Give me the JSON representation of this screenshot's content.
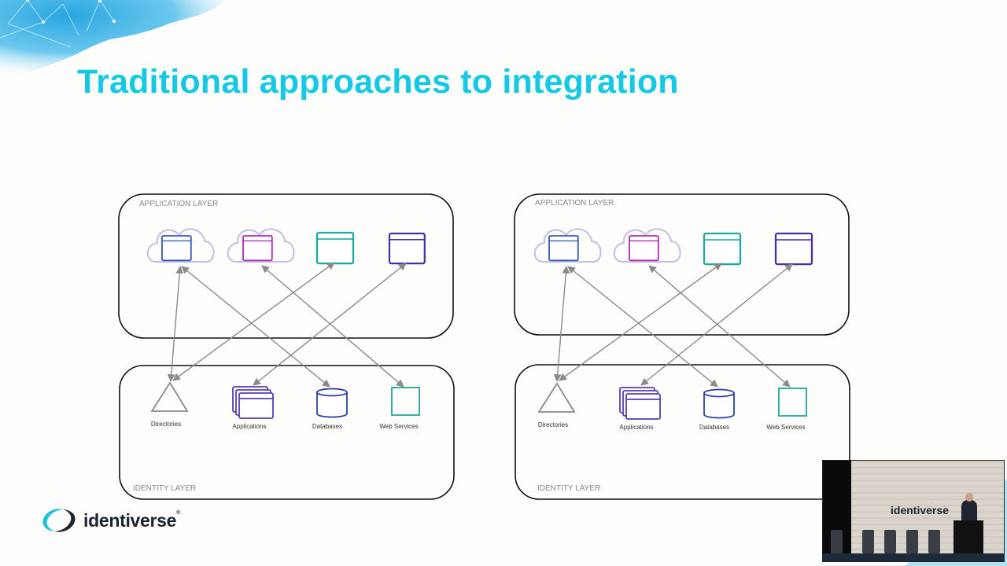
{
  "slide": {
    "title": "Traditional approaches to integration",
    "accent_color": "#14c8e6"
  },
  "diagrams": [
    {
      "application_layer": {
        "label": "APPLICATION LAYER",
        "items": [
          {
            "type": "cloud-app",
            "icon": "cloud-browser-icon",
            "color": "#3b5bb5"
          },
          {
            "type": "cloud-app",
            "icon": "cloud-browser-icon",
            "color": "#b02db5"
          },
          {
            "type": "app",
            "icon": "browser-window-icon",
            "color": "#1fa8a0"
          },
          {
            "type": "app",
            "icon": "browser-window-icon",
            "color": "#4b2fa6"
          }
        ]
      },
      "identity_layer": {
        "label": "IDENTITY LAYER",
        "items": [
          {
            "label": "Directories",
            "icon": "triangle-icon",
            "color": "#8a8a8a"
          },
          {
            "label": "Applications",
            "icon": "stacked-windows-icon",
            "color": "#5a3bb5"
          },
          {
            "label": "Databases",
            "icon": "database-icon",
            "color": "#2e3fa5"
          },
          {
            "label": "Web Services",
            "icon": "square-icon",
            "color": "#1fa8a0"
          }
        ]
      },
      "connections": [
        {
          "from": "application_layer.0",
          "to": "identity_layer.0"
        },
        {
          "from": "application_layer.0",
          "to": "identity_layer.2"
        },
        {
          "from": "application_layer.1",
          "to": "identity_layer.3"
        },
        {
          "from": "application_layer.2",
          "to": "identity_layer.0"
        },
        {
          "from": "application_layer.3",
          "to": "identity_layer.1"
        }
      ]
    },
    {
      "application_layer": {
        "label": "APPLICATION LAYER",
        "items": [
          {
            "type": "cloud-app",
            "icon": "cloud-browser-icon",
            "color": "#3b5bb5"
          },
          {
            "type": "cloud-app",
            "icon": "cloud-browser-icon",
            "color": "#b02db5"
          },
          {
            "type": "app",
            "icon": "browser-window-icon",
            "color": "#1fa8a0"
          },
          {
            "type": "app",
            "icon": "browser-window-icon",
            "color": "#4b2fa6"
          }
        ]
      },
      "identity_layer": {
        "label": "IDENTITY LAYER",
        "items": [
          {
            "label": "Directories",
            "icon": "triangle-icon",
            "color": "#8a8a8a"
          },
          {
            "label": "Applications",
            "icon": "stacked-windows-icon",
            "color": "#5a3bb5"
          },
          {
            "label": "Databases",
            "icon": "database-icon",
            "color": "#2e3fa5"
          },
          {
            "label": "Web Services",
            "icon": "square-icon",
            "color": "#1fa8a0"
          }
        ]
      },
      "connections": [
        {
          "from": "application_layer.0",
          "to": "identity_layer.0"
        },
        {
          "from": "application_layer.0",
          "to": "identity_layer.2"
        },
        {
          "from": "application_layer.1",
          "to": "identity_layer.3"
        },
        {
          "from": "application_layer.2",
          "to": "identity_layer.0"
        },
        {
          "from": "application_layer.3",
          "to": "identity_layer.1"
        }
      ]
    }
  ],
  "branding": {
    "logo_text": "identiverse",
    "registered_mark": "®"
  },
  "video_inset": {
    "logo_text": "identiverse",
    "description": "speaker at podium"
  }
}
